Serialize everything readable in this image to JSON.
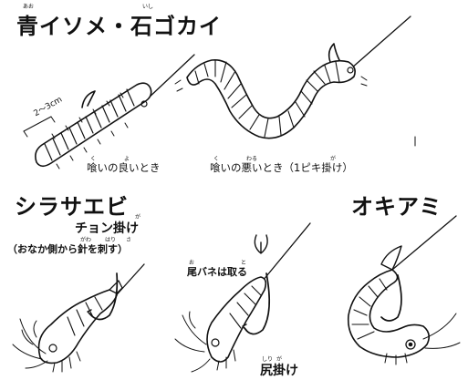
{
  "sections": {
    "worms": {
      "title": "青イソメ・石ゴカイ",
      "ruby": [
        "あお",
        "いし"
      ],
      "size_label": "2〜3cm",
      "caption_good": "喰いの良いとき",
      "caption_bad": "喰いの悪いとき（1ピキ掛け）",
      "ruby_caption": [
        "く",
        "よ",
        "く",
        "わる",
        "が"
      ]
    },
    "shrimp": {
      "title": "シラサエビ",
      "method_title": "チョン掛け",
      "method_note": "（おなか側から針を刺す）",
      "tail_note": "尾バネは取る",
      "tail_method": "尻掛け",
      "ruby": [
        "が",
        "がわ",
        "はり",
        "さ",
        "お",
        "と",
        "しり",
        "が"
      ]
    },
    "krill": {
      "title": "オキアミ"
    }
  }
}
